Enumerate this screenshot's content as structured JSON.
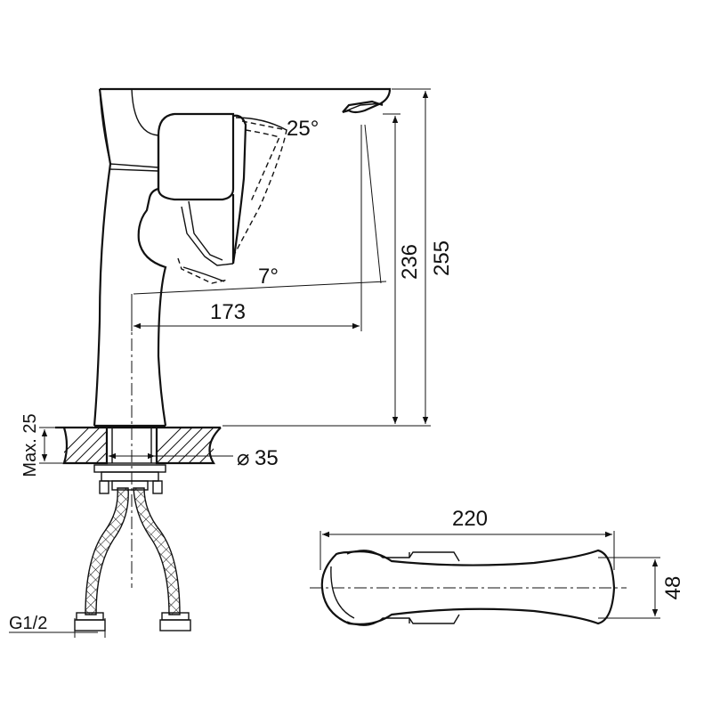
{
  "diagram": {
    "dimensions": {
      "spout_reach": "173",
      "spout_height": "236",
      "total_height": "255",
      "max_mount_thickness": "Max. 25",
      "hole_diameter": "35",
      "top_view_length": "220",
      "top_view_width": "48",
      "hose_thread": "G1/2"
    },
    "angles": {
      "lever_up": "25°",
      "lever_down": "7°"
    },
    "symbols": {
      "diameter": "⌀"
    }
  }
}
